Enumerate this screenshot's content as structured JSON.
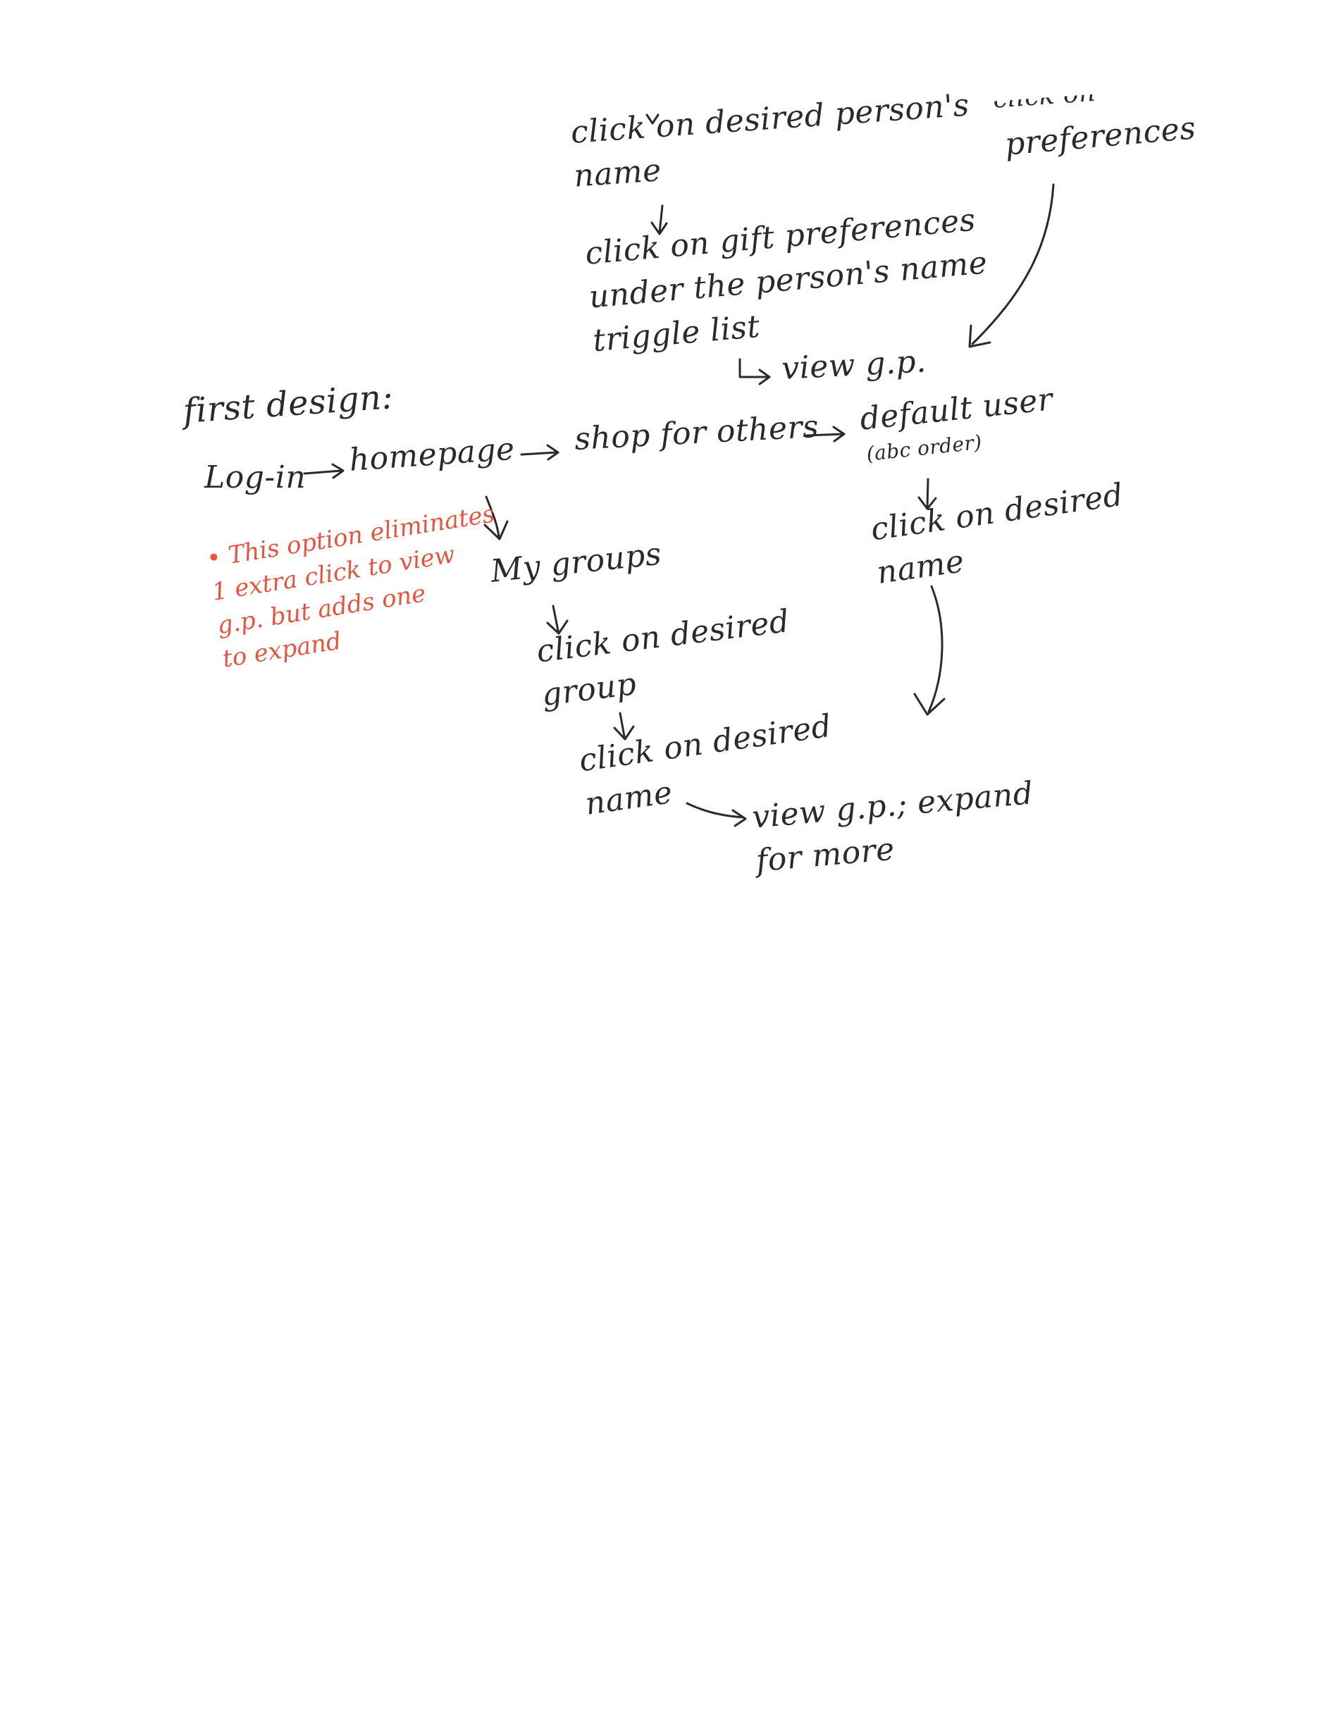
{
  "top_branch": {
    "step1": "click on desired person's\nname",
    "step2": "click on gift preferences\nunder the person's name\ntriggle list",
    "result": "view g.p."
  },
  "top_right": {
    "cut_text": "click on",
    "label": "preferences"
  },
  "title": "first design:",
  "main_flow": {
    "login": "Log-in",
    "homepage": "homepage",
    "shop": "shop for others",
    "default_user": "default user",
    "default_user_note": "(abc order)",
    "click_name_right": "click on desired\nname"
  },
  "groups_branch": {
    "my_groups": "My groups",
    "click_group": "click on desired\ngroup",
    "click_name": "click on desired\nname",
    "result": "view g.p.; expand\nfor more"
  },
  "note": {
    "lines": [
      "• This option eliminates",
      "1 extra click to view",
      "g.p. but adds one",
      "to expand"
    ],
    "color": "#e2553f"
  },
  "ink_color": "#2a2a2a"
}
